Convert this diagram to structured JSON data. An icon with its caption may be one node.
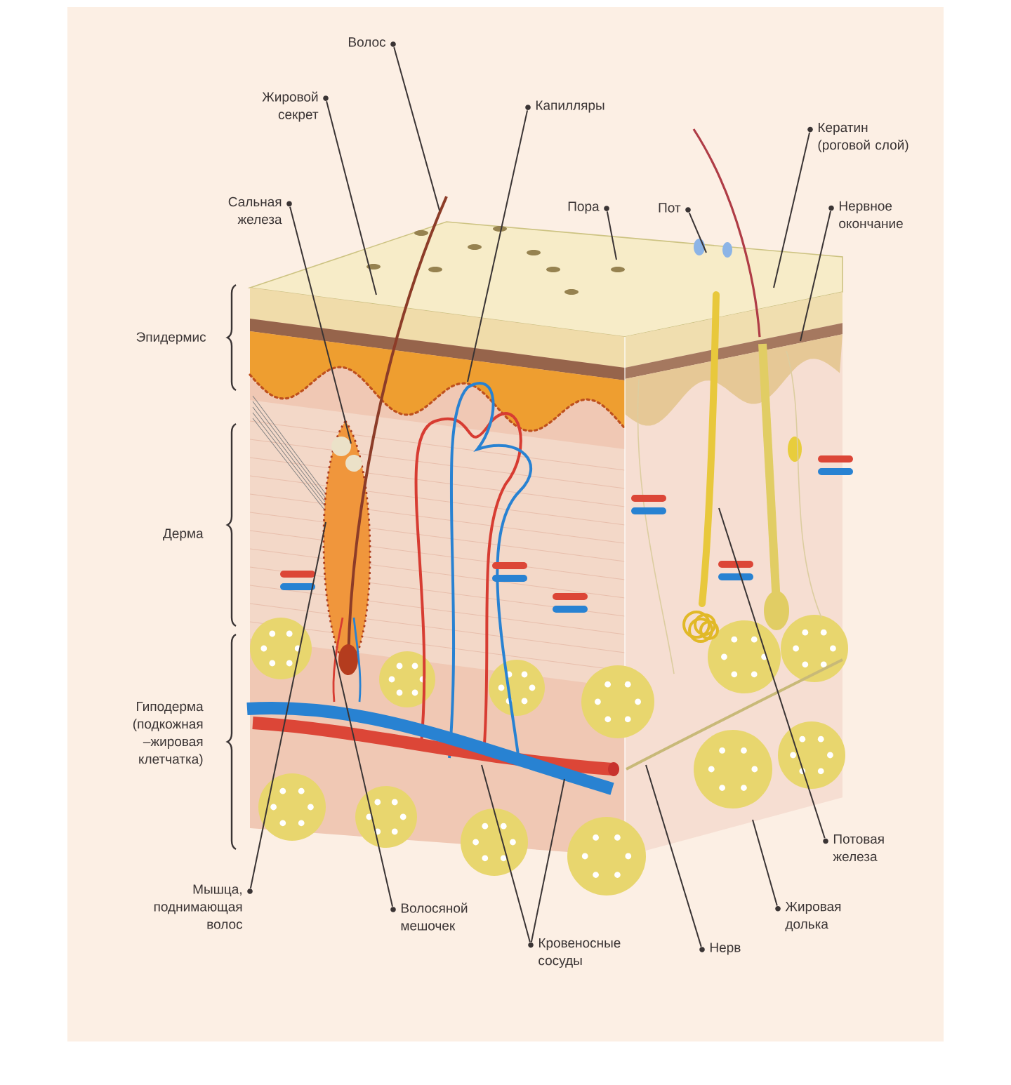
{
  "diagram": {
    "nodes": [
      {
        "text": [
          "Волос"
        ]
      },
      {
        "text": [
          "Жировой секрет"
        ]
      },
      {
        "text": [
          "Сальная железа"
        ]
      },
      {
        "text": [
          "Капилляры"
        ]
      },
      {
        "text": [
          "Пора"
        ]
      },
      {
        "text": [
          "Пот"
        ]
      },
      {
        "text": [
          "Кератин (роговой слой)"
        ]
      },
      {
        "text": [
          "Нервное окончание"
        ]
      },
      {
        "text": [
          "Мышца, поднимающая волос"
        ]
      },
      {
        "text": [
          "Волосяной мешочек"
        ]
      },
      {
        "text": [
          "Кровеносные сосуды"
        ]
      },
      {
        "text": [
          "Нерв"
        ]
      },
      {
        "text": [
          "Потовая железа"
        ]
      },
      {
        "text": [
          "Жировая долька"
        ]
      }
    ],
    "edges": [
      {
        "from": 0,
        "to": null,
        "arrow": "none"
      },
      {
        "from": 1,
        "to": null,
        "arrow": "none"
      },
      {
        "from": 2,
        "to": null,
        "arrow": "none"
      },
      {
        "from": 3,
        "to": null,
        "arrow": "none"
      },
      {
        "from": 4,
        "to": null,
        "arrow": "none"
      },
      {
        "from": 5,
        "to": null,
        "arrow": "none"
      },
      {
        "from": 6,
        "to": null,
        "arrow": "none"
      },
      {
        "from": 7,
        "to": null,
        "arrow": "none"
      },
      {
        "from": 8,
        "to": null,
        "arrow": "none"
      },
      {
        "from": 9,
        "to": null,
        "arrow": "none"
      },
      {
        "from": 10,
        "to": null,
        "arrow": "none"
      },
      {
        "from": 10,
        "to": null,
        "arrow": "none"
      },
      {
        "from": 11,
        "to": null,
        "arrow": "none"
      },
      {
        "from": 12,
        "to": null,
        "arrow": "none"
      },
      {
        "from": 13,
        "to": null,
        "arrow": "none"
      }
    ],
    "labels": [
      "Эпидермис",
      "Дерма",
      "Гиподерма (подкожная –жировая клетчатка)"
    ]
  }
}
